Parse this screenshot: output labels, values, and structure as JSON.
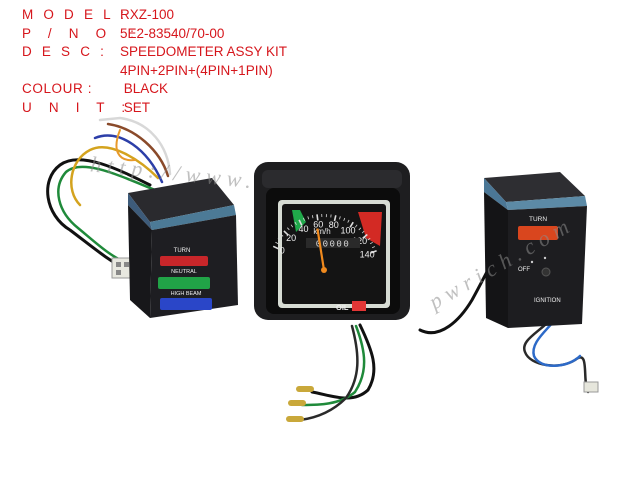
{
  "spec": {
    "model": {
      "label": "M O D E L :",
      "value": "RXZ-100"
    },
    "pno": {
      "label": "P  /  N  O   :",
      "value": "5E2-83540/70-00"
    },
    "desc": {
      "label": "D E S C :",
      "value": "SPEEDOMETER ASSY KIT",
      "value2": "4PIN+2PIN+(4PIN+1PIN)"
    },
    "colour": {
      "label": "COLOUR :",
      "value": " BLACK"
    },
    "unit": {
      "label": "U  N  I  T  :",
      "value": " SET"
    }
  },
  "left_unit": {
    "turn": "TURN",
    "neutral": "NEUTRAL",
    "high_beam": "HIGH BEAM",
    "colors": {
      "turn": "#c8262a",
      "neutral": "#21a347",
      "high_beam": "#2a46c8"
    }
  },
  "speedometer": {
    "unit": "km/h",
    "ticks": [
      "0",
      "20",
      "40",
      "60",
      "80",
      "100",
      "120",
      "140"
    ],
    "odometer": "00000",
    "oil": "OIL",
    "needle_value": 58,
    "max_value": 140
  },
  "right_unit": {
    "turn": "TURN",
    "off": "OFF",
    "ignition": "IGNITION"
  },
  "watermark": {
    "text1": "http://www.",
    "text2": "pwrich.com"
  }
}
